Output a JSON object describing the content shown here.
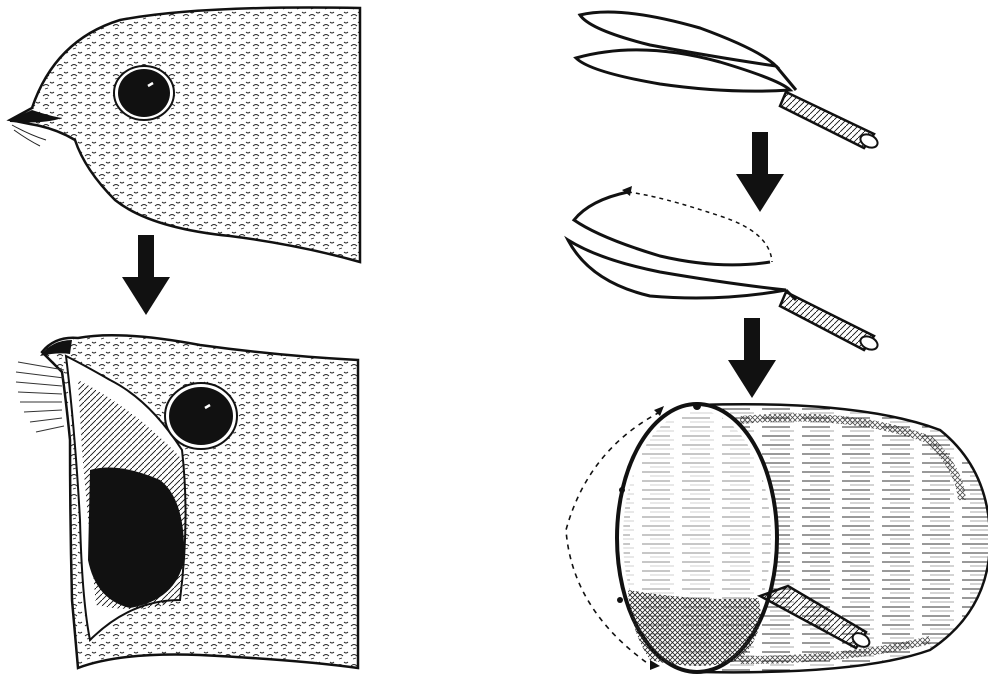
{
  "panels": [
    {
      "id": "left",
      "subject": "bird-head",
      "states": [
        "beak-closed",
        "beak-open-gape"
      ],
      "arrow": "down"
    },
    {
      "id": "right",
      "subject": "wire-frame-net",
      "states": [
        "two-loops",
        "loop-opening",
        "full-hoop-with-net-bag"
      ],
      "arrow": "down"
    }
  ],
  "colors": {
    "ink": "#111111",
    "paper": "#ffffff"
  }
}
